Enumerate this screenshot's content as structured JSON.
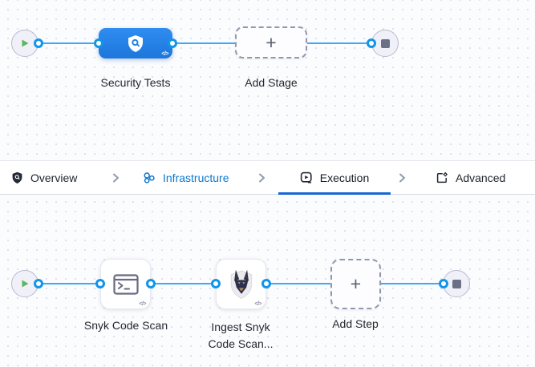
{
  "stage_graph": {
    "stage": {
      "label": "Security Tests"
    },
    "add_stage": {
      "label": "Add Stage"
    }
  },
  "tab_bar": {
    "tabs": [
      {
        "label": "Overview",
        "state": "default"
      },
      {
        "label": "Infrastructure",
        "state": "visited"
      },
      {
        "label": "Execution",
        "state": "active"
      },
      {
        "label": "Advanced",
        "state": "default"
      }
    ]
  },
  "step_graph": {
    "step1": {
      "label": "Snyk Code Scan"
    },
    "step2": {
      "label_line1": "Ingest Snyk",
      "label_line2": "Code Scan..."
    },
    "add_step": {
      "label": "Add Step"
    }
  },
  "glyphs": {
    "plus": "+",
    "code": "</>"
  },
  "colors": {
    "stage_node_blue": "#2382e7",
    "connector_blue": "#3faaf2",
    "port_ring_blue": "#1195e9",
    "active_tab_underline": "#1866d1",
    "visited_tab_blue": "#0b78d0",
    "play_green": "#5cb85e",
    "stop_gray": "#6b7087"
  }
}
